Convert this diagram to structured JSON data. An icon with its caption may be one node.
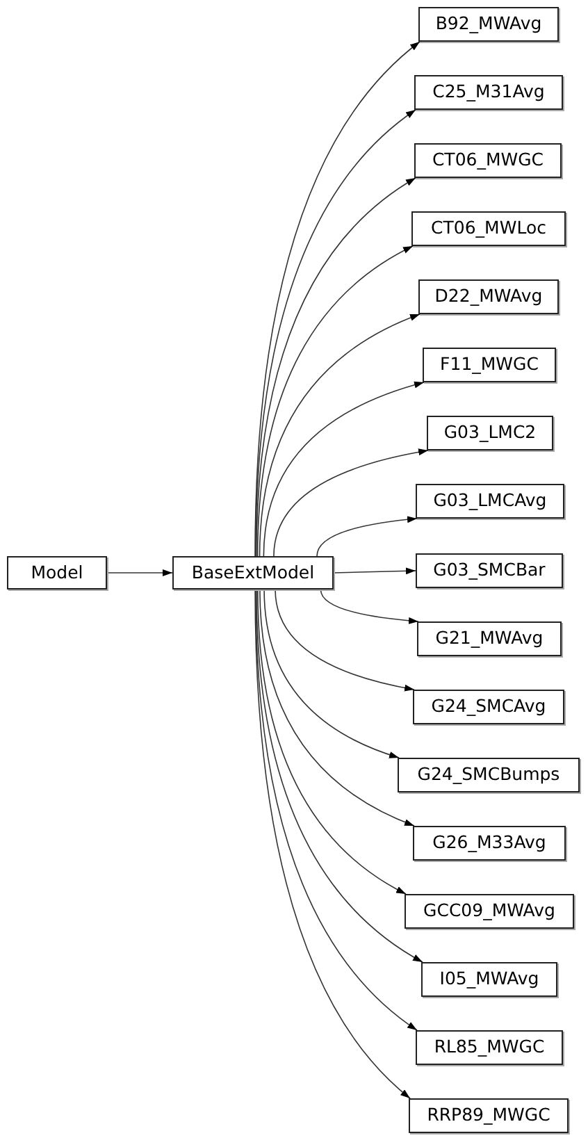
{
  "diagram": {
    "nodes": [
      {
        "text": [
          "Model"
        ]
      },
      {
        "text": [
          "BaseExtModel"
        ]
      },
      {
        "text": [
          "B92_MWAvg"
        ]
      },
      {
        "text": [
          "C25_M31Avg"
        ]
      },
      {
        "text": [
          "CT06_MWGC"
        ]
      },
      {
        "text": [
          "CT06_MWLoc"
        ]
      },
      {
        "text": [
          "D22_MWAvg"
        ]
      },
      {
        "text": [
          "F11_MWGC"
        ]
      },
      {
        "text": [
          "G03_LMC2"
        ]
      },
      {
        "text": [
          "G03_LMCAvg"
        ]
      },
      {
        "text": [
          "G03_SMCBar"
        ]
      },
      {
        "text": [
          "G21_MWAvg"
        ]
      },
      {
        "text": [
          "G24_SMCAvg"
        ]
      },
      {
        "text": [
          "G24_SMCBumps"
        ]
      },
      {
        "text": [
          "G26_M33Avg"
        ]
      },
      {
        "text": [
          "GCC09_MWAvg"
        ]
      },
      {
        "text": [
          "I05_MWAvg"
        ]
      },
      {
        "text": [
          "RL85_MWGC"
        ]
      },
      {
        "text": [
          "RRP89_MWGC"
        ]
      }
    ],
    "edges": [
      {
        "from": 0,
        "to": 1,
        "arrow": "to"
      },
      {
        "from": 1,
        "to": 2,
        "arrow": "to"
      },
      {
        "from": 1,
        "to": 3,
        "arrow": "to"
      },
      {
        "from": 1,
        "to": 4,
        "arrow": "to"
      },
      {
        "from": 1,
        "to": 5,
        "arrow": "to"
      },
      {
        "from": 1,
        "to": 6,
        "arrow": "to"
      },
      {
        "from": 1,
        "to": 7,
        "arrow": "to"
      },
      {
        "from": 1,
        "to": 8,
        "arrow": "to"
      },
      {
        "from": 1,
        "to": 9,
        "arrow": "to"
      },
      {
        "from": 1,
        "to": 10,
        "arrow": "to"
      },
      {
        "from": 1,
        "to": 11,
        "arrow": "to"
      },
      {
        "from": 1,
        "to": 12,
        "arrow": "to"
      },
      {
        "from": 1,
        "to": 13,
        "arrow": "to"
      },
      {
        "from": 1,
        "to": 14,
        "arrow": "to"
      },
      {
        "from": 1,
        "to": 15,
        "arrow": "to"
      },
      {
        "from": 1,
        "to": 16,
        "arrow": "to"
      },
      {
        "from": 1,
        "to": 17,
        "arrow": "to"
      },
      {
        "from": 1,
        "to": 18,
        "arrow": "to"
      }
    ]
  }
}
